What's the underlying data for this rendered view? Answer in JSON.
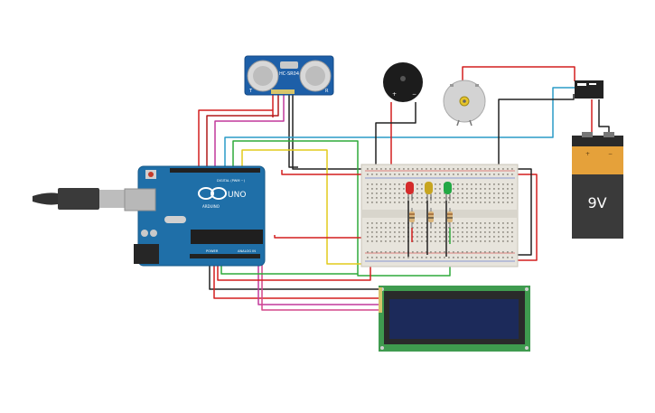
{
  "arduino": {
    "logo_text": "UNO",
    "brand_text": "ARDUINO",
    "digital_label": "DIGITAL (PWM ~)",
    "power_label": "POWER",
    "analog_label": "ANALOG IN"
  },
  "ultrasonic": {
    "model_label": "HC-SR04",
    "side_label_left": "T",
    "side_label_right": "R"
  },
  "buzzer": {
    "plus": "+",
    "minus": "−"
  },
  "battery": {
    "voltage": "9V",
    "terminal_plus": "+",
    "terminal_minus": "−"
  },
  "led_colors": {
    "red": "#d42a2a",
    "yellow": "#c7a51f",
    "green": "#22a844"
  },
  "wire_colors": {
    "red": "#d31f1f",
    "dark_red": "#b01a1a",
    "magenta": "#c2399b",
    "pink": "#d4478a",
    "cyan": "#2a9bc7",
    "yellow": "#e2cc1b",
    "green": "#2eaa3a",
    "black": "#222222"
  },
  "lcd": {
    "board_color": "#3f9b4f",
    "screen_color": "#1c2a5a"
  }
}
